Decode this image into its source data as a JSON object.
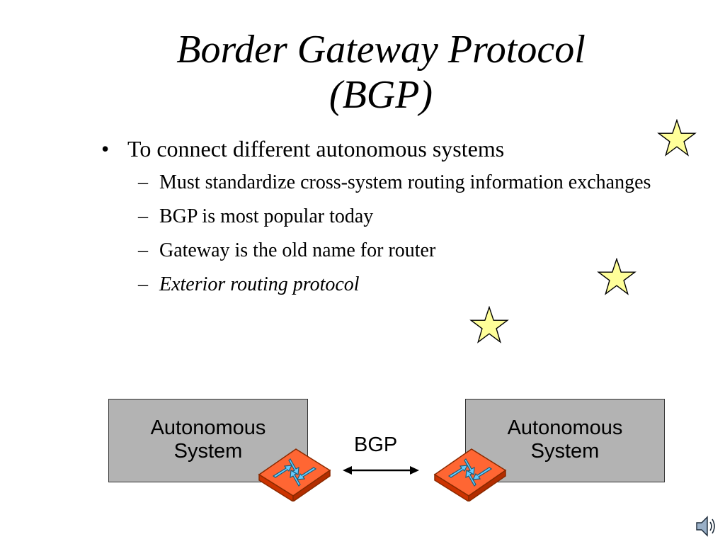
{
  "slide": {
    "title_line1": "Border Gateway Protocol",
    "title_line2": "(BGP)",
    "bullet": {
      "marker": "•",
      "text": "To connect different autonomous systems"
    },
    "sub_bullets": [
      {
        "marker": "–",
        "text": "Must standardize cross-system routing information exchanges"
      },
      {
        "marker": "–",
        "text": "BGP is most popular today"
      },
      {
        "marker": "–",
        "text": "Gateway is the old name for router"
      },
      {
        "marker": "–",
        "text": "Exterior routing protocol"
      }
    ]
  },
  "diagram": {
    "left_box": {
      "line1": "Autonomous",
      "line2": "System"
    },
    "right_box": {
      "line1": "Autonomous",
      "line2": "System"
    },
    "link_label": "BGP"
  },
  "icons": [
    "star-icon",
    "router-icon",
    "double-arrow-icon",
    "speaker-icon"
  ],
  "colors": {
    "star_fill": "#ffff99",
    "box_fill": "#b3b3b3",
    "router_fill": "#ff6633",
    "router_arrows": "#66ccff"
  }
}
